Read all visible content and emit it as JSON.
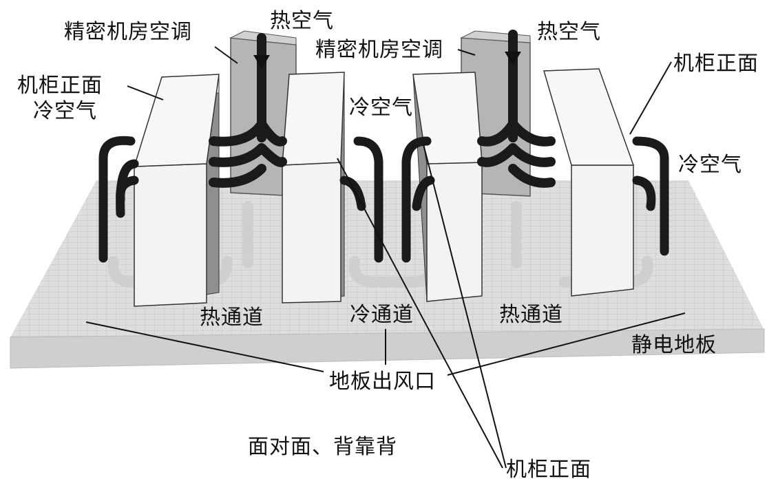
{
  "labels": {
    "crac_left": "精密机房空调",
    "crac_right": "精密机房空调",
    "hot_air_left": "热空气",
    "hot_air_right": "热空气",
    "cabinet_front_left": "机柜正面",
    "cold_air_left": "冷空气",
    "cold_air_middle": "冷空气",
    "cabinet_front_right": "机柜正面",
    "cold_air_right": "冷空气",
    "hot_aisle_left": "热通道",
    "cold_aisle": "冷通道",
    "hot_aisle_right": "热通道",
    "raised_floor": "静电地板",
    "floor_vent": "地板出风口",
    "caption": "面对面、背靠背",
    "cabinet_front_bottom": "机柜正面"
  },
  "colors": {
    "floor": "#d9d9d9",
    "cabinet": "#f2f2f2",
    "cabinet_side": "#9a9a9a",
    "crac": "#bdbdbd",
    "airflow": "#1a1a1a"
  }
}
